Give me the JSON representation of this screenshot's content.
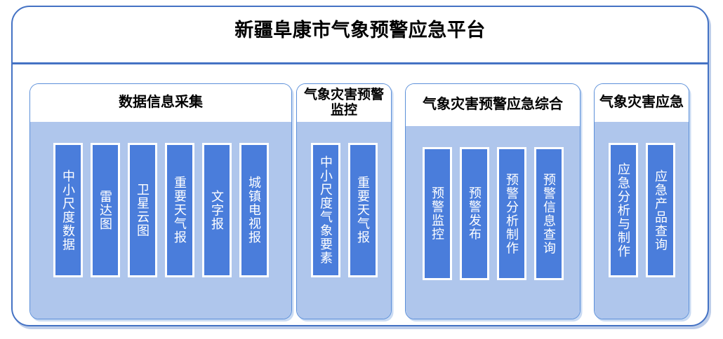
{
  "app": {
    "title": "新疆阜康市气象预警应急平台",
    "frame_border_color": "#4472C4",
    "panel_border_color": "#5B8FD9",
    "panel_body_color": "#AFC6EC",
    "item_color": "#4A7DDB",
    "item_text_color": "#FFFFFF"
  },
  "panels": [
    {
      "title": "数据信息采集",
      "items": [
        {
          "label": "中小尺度数据"
        },
        {
          "label": "雷达图"
        },
        {
          "label": "卫星云图"
        },
        {
          "label": "重要天气报"
        },
        {
          "label": "文字报"
        },
        {
          "label": "城镇电视报"
        }
      ]
    },
    {
      "title": "气象灾害预警监控",
      "items": [
        {
          "label": "中小尺度气象要素"
        },
        {
          "label": "重要天气报"
        }
      ]
    },
    {
      "title": "气象灾害预警应急综合",
      "items": [
        {
          "label": "预警监控"
        },
        {
          "label": "预警发布"
        },
        {
          "label": "预警分析制作"
        },
        {
          "label": "预警信息查询"
        }
      ]
    },
    {
      "title": "气象灾害应急",
      "items": [
        {
          "label": "应急分析与制作"
        },
        {
          "label": "应急产品查询"
        }
      ]
    }
  ]
}
